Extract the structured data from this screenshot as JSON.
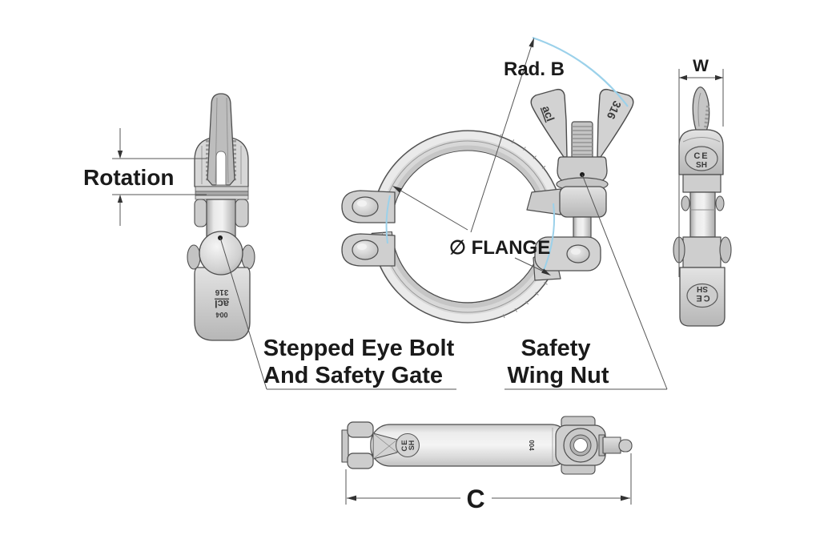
{
  "drawing": {
    "kind": "sanitary pipe clamp technical drawing",
    "views": [
      "left side view",
      "front view",
      "right side view",
      "top view"
    ]
  },
  "colors": {
    "accent_blue": "#9bd1ea",
    "outline": "#4d4d4d",
    "dim_line": "#555555",
    "metal": "#d8d8d8",
    "metal_dark": "#ababab",
    "text": "#1a1a1a"
  },
  "labels": {
    "rad_b": "Rad. B",
    "width": "W",
    "rotation": "Rotation",
    "flange": "∅ FLANGE",
    "eye_bolt_note_1": "Stepped Eye Bolt",
    "eye_bolt_note_2": "And Safety Gate",
    "wing_nut_note_1": "Safety",
    "wing_nut_note_2": "Wing Nut",
    "length": "C"
  },
  "markings": {
    "wing_left": "acl",
    "wing_right": "316",
    "side_stack": [
      "004",
      "acl",
      "316"
    ],
    "oval_top": [
      "CE",
      "SH"
    ],
    "oval_bottom": [
      "CE",
      "SH"
    ],
    "top_stamp": [
      "CE",
      "SH"
    ],
    "top_code": "004"
  }
}
